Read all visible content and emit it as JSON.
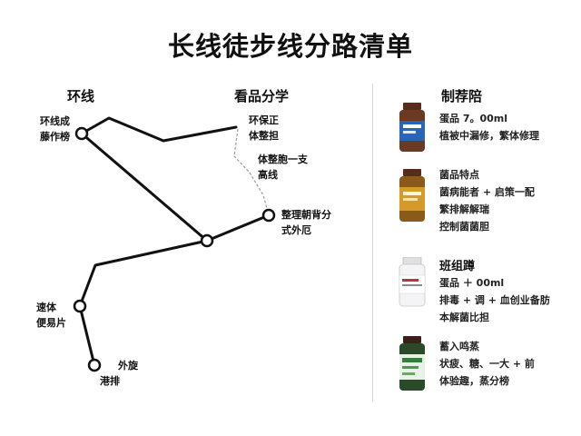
{
  "title": "长线徒步线分路清单",
  "map": {
    "left_heading": "环线",
    "mid_heading": "看品分学",
    "nodes": [
      {
        "lines": [
          "环线成",
          "藤作榜"
        ]
      },
      {
        "lines": [
          "环保正",
          "体整担"
        ]
      },
      {
        "lines": [
          "体整胞一支",
          "高线"
        ]
      },
      {
        "lines": [
          "整理朝背分",
          "式外厄"
        ]
      },
      {
        "lines": [
          "速体",
          "便易片"
        ]
      },
      {
        "lines": [
          "外旋",
          "港排"
        ]
      }
    ]
  },
  "list": {
    "heading": "制荐陪",
    "items": [
      {
        "name": "",
        "lines": [
          "蛋品 7。00ml",
          "植被中漏修，繁体修理"
        ],
        "color": "#2a66b8",
        "cap": "#5a2a1a"
      },
      {
        "name": "",
        "lines": [
          "菌品特点",
          "菌病能者 + 启策一配",
          "繁排解解瑞",
          "控制菌菌胆"
        ],
        "color": "#d69a28",
        "cap": "#5a2a1a"
      },
      {
        "name": "班组蹲",
        "lines": [
          "蛋品 ＋ 00ml",
          "排毒 + 调 + 血创业备肪",
          "本解菌比担"
        ],
        "color": "#e8e8ea",
        "cap": "#e8e8e8"
      },
      {
        "name": "",
        "lines": [
          "蓄入鸣蒸",
          "状疲、糖、一大 + 前",
          "体验趣，蒸分榜"
        ],
        "color": "#3a7a3a",
        "cap": "#3a2018"
      }
    ]
  }
}
